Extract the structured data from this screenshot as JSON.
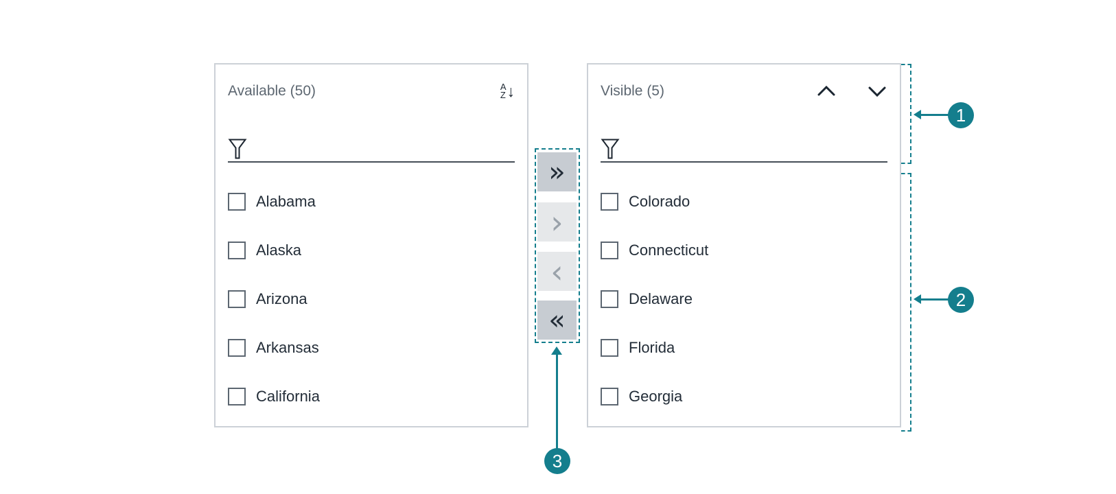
{
  "colors": {
    "accent": "#147e8d",
    "panel_border": "#ccd1d7",
    "title_text": "#5d6771",
    "item_text": "#232d38",
    "button_active_bg": "#c7ccd2",
    "button_disabled_bg": "#e6e8ea"
  },
  "available_panel": {
    "title": "Available (50)",
    "filter_value": "",
    "items": [
      {
        "label": "Alabama",
        "checked": false
      },
      {
        "label": "Alaska",
        "checked": false
      },
      {
        "label": "Arizona",
        "checked": false
      },
      {
        "label": "Arkansas",
        "checked": false
      },
      {
        "label": "California",
        "checked": false
      }
    ]
  },
  "visible_panel": {
    "title": "Visible (5)",
    "filter_value": "",
    "items": [
      {
        "label": "Colorado",
        "checked": false
      },
      {
        "label": "Connecticut",
        "checked": false
      },
      {
        "label": "Delaware",
        "checked": false
      },
      {
        "label": "Florida",
        "checked": false
      },
      {
        "label": "Georgia",
        "checked": false
      }
    ]
  },
  "sort_icon": {
    "a": "A",
    "z": "Z",
    "arrow": "↓"
  },
  "transfer": {
    "move_all_right_glyph": "»",
    "move_right_glyph": "›",
    "move_left_glyph": "‹",
    "move_all_left_glyph": "«",
    "move_all_right_enabled": true,
    "move_right_enabled": false,
    "move_left_enabled": false,
    "move_all_left_enabled": true
  },
  "annotations": {
    "callout_1": "1",
    "callout_2": "2",
    "callout_3": "3"
  }
}
